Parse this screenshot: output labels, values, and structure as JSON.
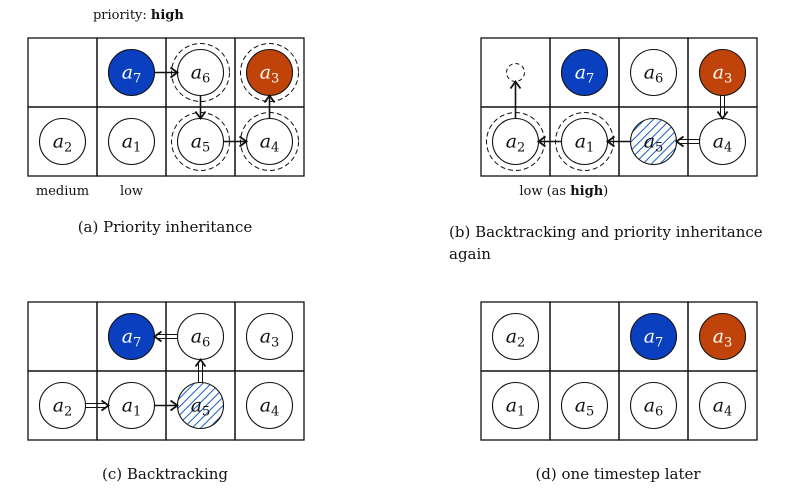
{
  "colors": {
    "blue": "#0a3fbf",
    "orange": "#c0440a",
    "hatch": "#1f5fbf",
    "line": "#111111"
  },
  "panels": [
    {
      "id": "a",
      "caption": "(a) Priority inheritance",
      "annotations": [
        {
          "text": "priority: ",
          "bold": "high",
          "col": 1.6,
          "row": -0.35
        },
        {
          "text": "medium",
          "bold": "",
          "col": 0.5,
          "row": 2.2
        },
        {
          "text": "low",
          "bold": "",
          "col": 1.5,
          "row": 2.2
        }
      ],
      "agents": [
        {
          "label": "a7",
          "col": 1,
          "row": 0,
          "fill": "blue"
        },
        {
          "label": "a6",
          "col": 2,
          "row": 0,
          "fill": "white",
          "halo": true
        },
        {
          "label": "a3",
          "col": 3,
          "row": 0,
          "fill": "orange",
          "halo": true
        },
        {
          "label": "a2",
          "col": 0,
          "row": 1,
          "fill": "white"
        },
        {
          "label": "a1",
          "col": 1,
          "row": 1,
          "fill": "white"
        },
        {
          "label": "a5",
          "col": 2,
          "row": 1,
          "fill": "white",
          "halo": true
        },
        {
          "label": "a4",
          "col": 3,
          "row": 1,
          "fill": "white",
          "halo": true
        }
      ],
      "arrows": [
        {
          "from": "a7",
          "to": "a6",
          "style": "single"
        },
        {
          "from": "a6",
          "to": "a5",
          "style": "single"
        },
        {
          "from": "a5",
          "to": "a4",
          "style": "single"
        },
        {
          "from": "a4",
          "to": "a3",
          "style": "single"
        }
      ]
    },
    {
      "id": "b",
      "caption": "(b) Backtracking and priority inheritance again",
      "annotations": [
        {
          "text": "low (as ",
          "bold": "high",
          "tail": ")",
          "col": 1.2,
          "row": 2.2
        }
      ],
      "agents": [
        {
          "label": "",
          "col": 0,
          "row": 0,
          "fill": "ghost"
        },
        {
          "label": "a7",
          "col": 1,
          "row": 0,
          "fill": "blue"
        },
        {
          "label": "a6",
          "col": 2,
          "row": 0,
          "fill": "white"
        },
        {
          "label": "a3",
          "col": 3,
          "row": 0,
          "fill": "orange"
        },
        {
          "label": "a2",
          "col": 0,
          "row": 1,
          "fill": "white",
          "halo": true
        },
        {
          "label": "a1",
          "col": 1,
          "row": 1,
          "fill": "white",
          "halo": true
        },
        {
          "label": "a5",
          "col": 2,
          "row": 1,
          "fill": "hatch"
        },
        {
          "label": "a4",
          "col": 3,
          "row": 1,
          "fill": "white"
        }
      ],
      "arrows": [
        {
          "from": "a2",
          "to": "",
          "style": "single"
        },
        {
          "from": "a1",
          "to": "a2",
          "style": "single"
        },
        {
          "from": "a5",
          "to": "a1",
          "style": "single"
        },
        {
          "from": "a4",
          "to": "a5",
          "style": "double"
        },
        {
          "from": "a3",
          "to": "a4",
          "style": "double"
        }
      ]
    },
    {
      "id": "c",
      "caption": "(c) Backtracking",
      "annotations": [],
      "agents": [
        {
          "label": "a7",
          "col": 1,
          "row": 0,
          "fill": "blue"
        },
        {
          "label": "a6",
          "col": 2,
          "row": 0,
          "fill": "white"
        },
        {
          "label": "a3",
          "col": 3,
          "row": 0,
          "fill": "white"
        },
        {
          "label": "a2",
          "col": 0,
          "row": 1,
          "fill": "white"
        },
        {
          "label": "a1",
          "col": 1,
          "row": 1,
          "fill": "white"
        },
        {
          "label": "a5",
          "col": 2,
          "row": 1,
          "fill": "hatch"
        },
        {
          "label": "a4",
          "col": 3,
          "row": 1,
          "fill": "white"
        }
      ],
      "arrows": [
        {
          "from": "a6",
          "to": "a7",
          "style": "double"
        },
        {
          "from": "a5",
          "to": "a6",
          "style": "double"
        },
        {
          "from": "a2",
          "to": "a1",
          "style": "double"
        },
        {
          "from": "a1",
          "to": "a5",
          "style": "single"
        }
      ]
    },
    {
      "id": "d",
      "caption": "(d) one timestep later",
      "annotations": [],
      "agents": [
        {
          "label": "a2",
          "col": 0,
          "row": 0,
          "fill": "white"
        },
        {
          "label": "a7",
          "col": 2,
          "row": 0,
          "fill": "blue"
        },
        {
          "label": "a3",
          "col": 3,
          "row": 0,
          "fill": "orange"
        },
        {
          "label": "a1",
          "col": 0,
          "row": 1,
          "fill": "white"
        },
        {
          "label": "a5",
          "col": 1,
          "row": 1,
          "fill": "white"
        },
        {
          "label": "a6",
          "col": 2,
          "row": 1,
          "fill": "white"
        },
        {
          "label": "a4",
          "col": 3,
          "row": 1,
          "fill": "white"
        }
      ],
      "arrows": []
    }
  ]
}
